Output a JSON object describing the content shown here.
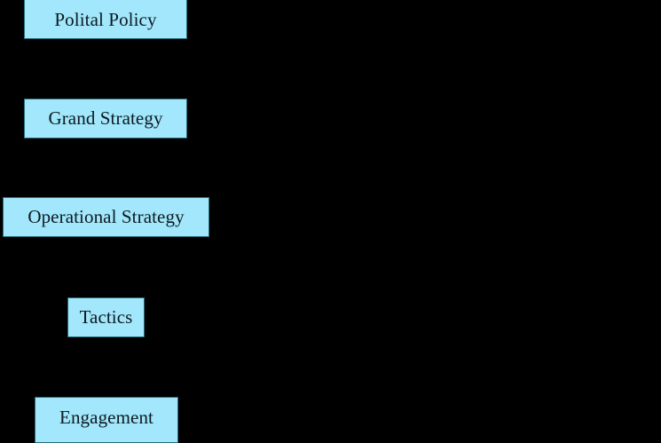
{
  "diagram": {
    "type": "hierarchy",
    "background_color": "#000000",
    "node_fill_color": "#a2e7fb",
    "node_border_color": "#2b6d7c",
    "node_text_color": "#0d1a22",
    "levels": [
      {
        "id": "political-policy",
        "label": "Polital Policy",
        "order": 1
      },
      {
        "id": "grand-strategy",
        "label": "Grand Strategy",
        "order": 2
      },
      {
        "id": "operational-strategy",
        "label": "Operational Strategy",
        "order": 3
      },
      {
        "id": "tactics",
        "label": "Tactics",
        "order": 4
      },
      {
        "id": "engagement",
        "label": "Engagement",
        "order": 5
      }
    ]
  }
}
